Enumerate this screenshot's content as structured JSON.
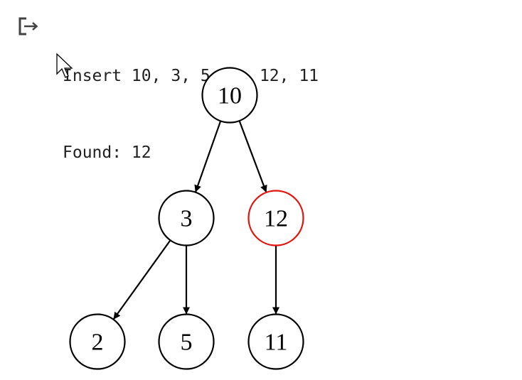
{
  "output": {
    "lines": [
      "Insert 10, 3, 5, 2, 12, 11",
      "Found: 12"
    ]
  },
  "icons": {
    "output": "output-redirect-icon",
    "cursor": "mouse-pointer-icon"
  },
  "colors": {
    "node_stroke": "#000000",
    "highlight_stroke": "#e3120b",
    "edge": "#000000",
    "text": "#212121"
  },
  "tree": {
    "nodes": [
      {
        "id": "n10",
        "label": "10",
        "highlighted": false
      },
      {
        "id": "n3",
        "label": "3",
        "highlighted": false
      },
      {
        "id": "n12",
        "label": "12",
        "highlighted": true
      },
      {
        "id": "n2",
        "label": "2",
        "highlighted": false
      },
      {
        "id": "n5",
        "label": "5",
        "highlighted": false
      },
      {
        "id": "n11",
        "label": "11",
        "highlighted": false
      }
    ],
    "edges": [
      {
        "from": "n10",
        "to": "n3"
      },
      {
        "from": "n10",
        "to": "n12"
      },
      {
        "from": "n3",
        "to": "n2"
      },
      {
        "from": "n3",
        "to": "n5"
      },
      {
        "from": "n12",
        "to": "n11"
      }
    ]
  }
}
